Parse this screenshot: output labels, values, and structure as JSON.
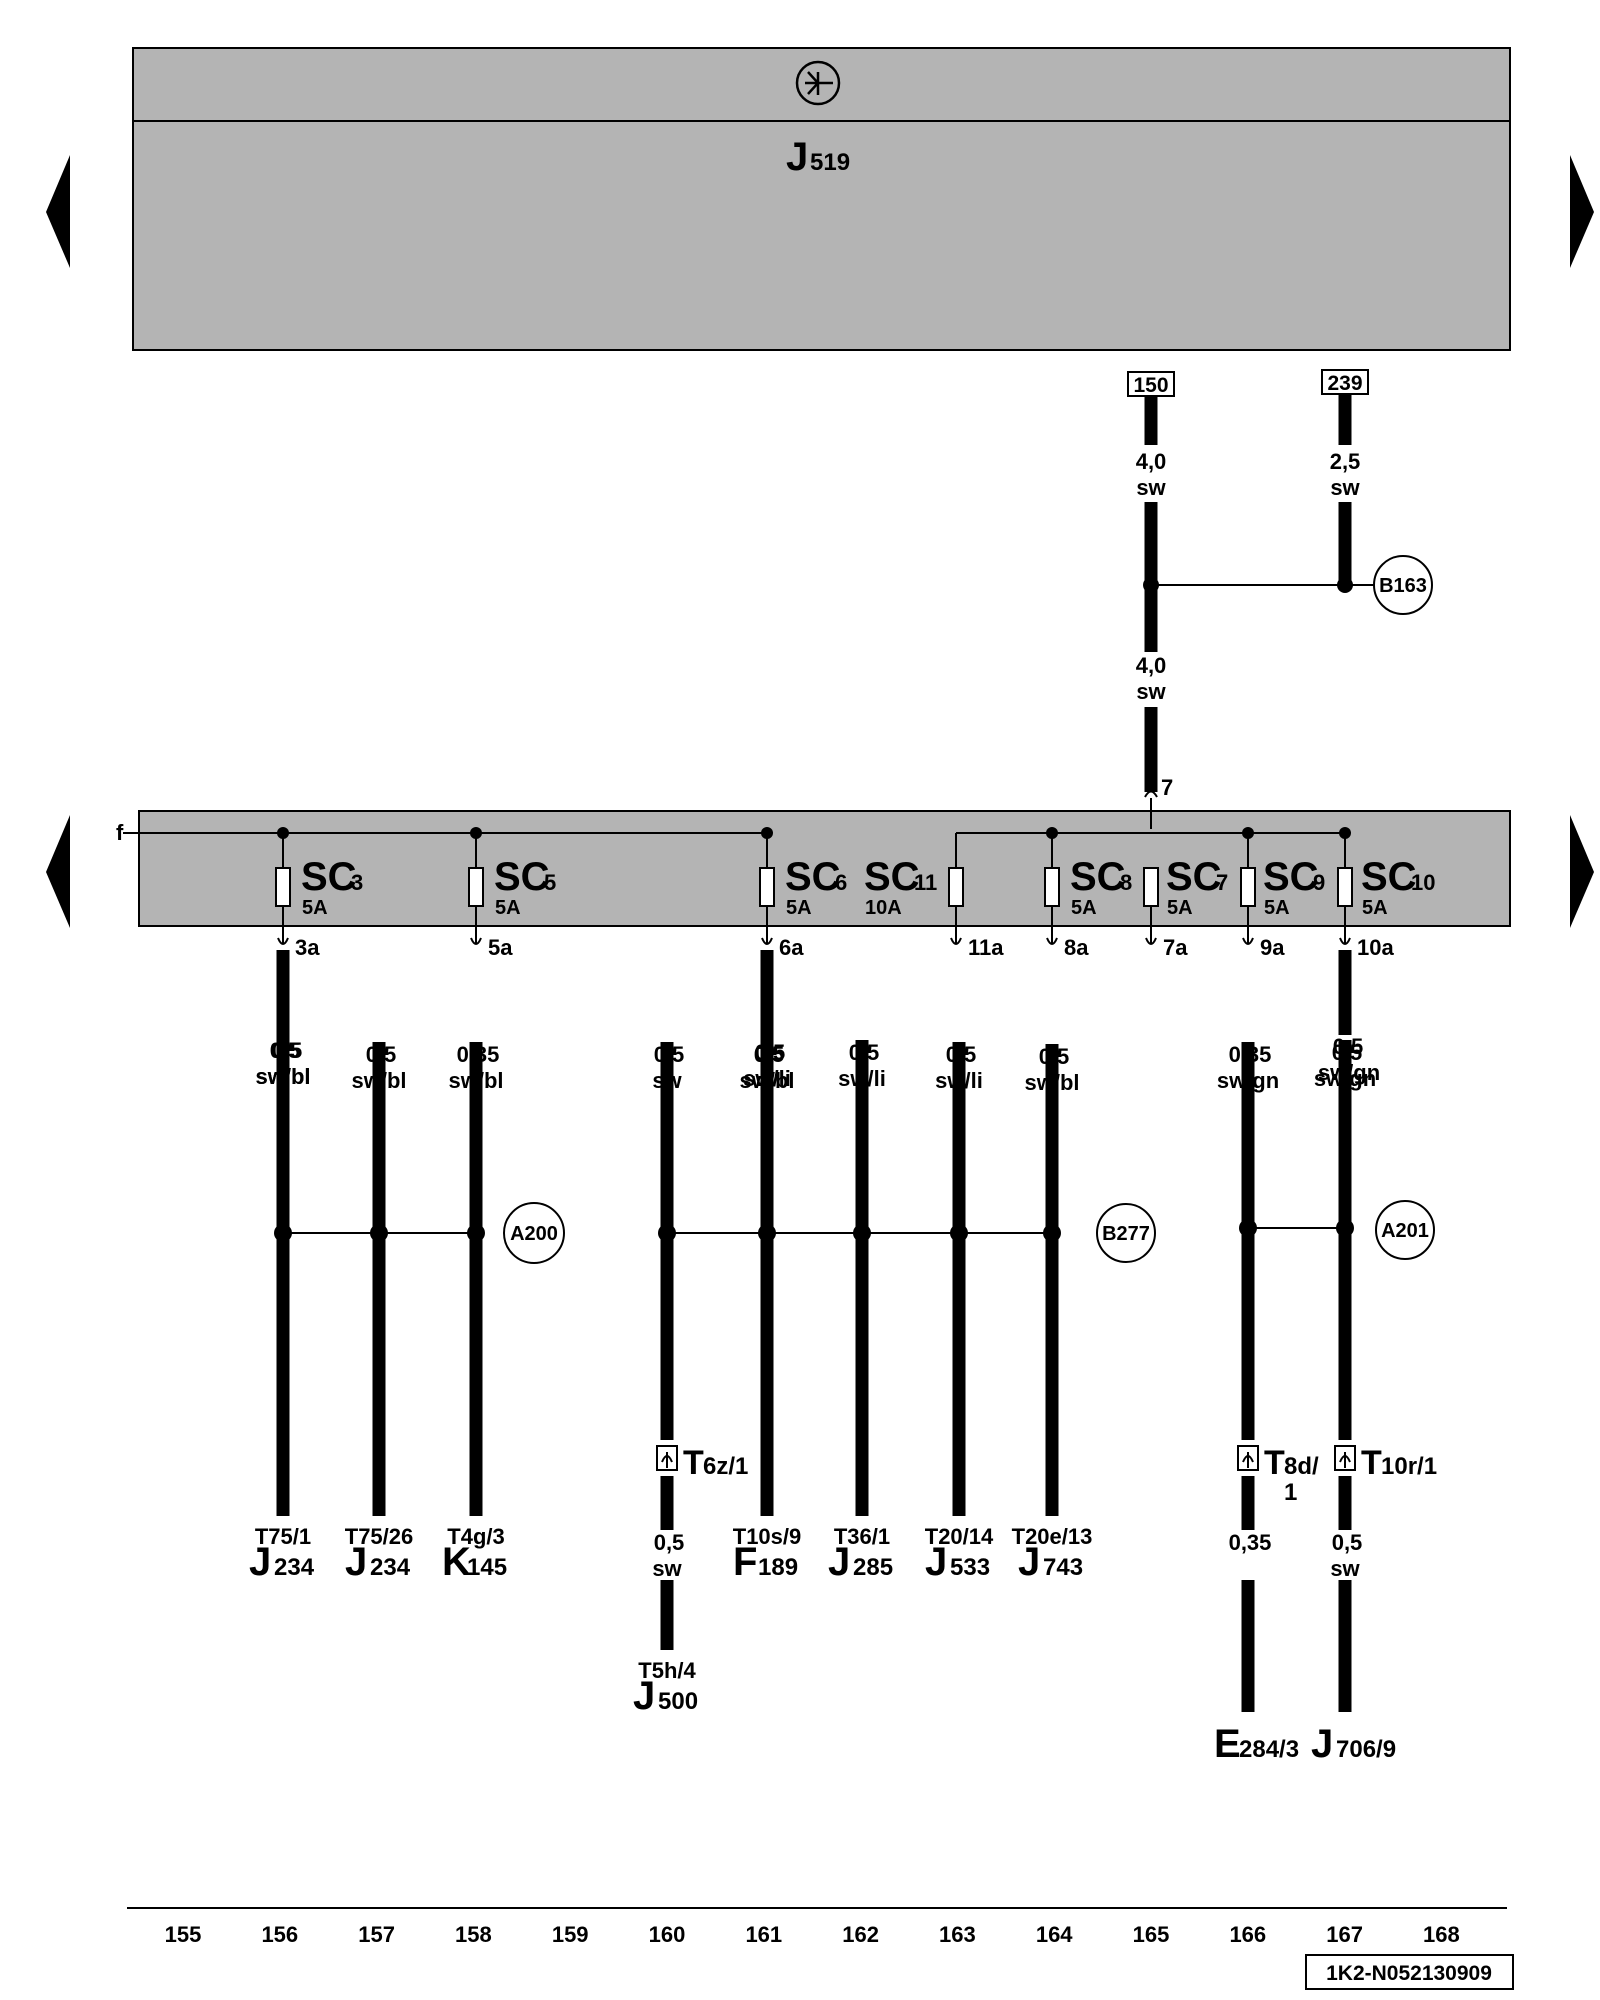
{
  "control_unit": {
    "letter": "J",
    "number": "519",
    "ground_symbol": "ground-antenna-icon"
  },
  "fuse_bank": {
    "left_label": "f"
  },
  "feeds": [
    {
      "num": "150",
      "wire_top": [
        "4,0",
        "sw"
      ],
      "wire_bottom": [
        "4,0",
        "sw"
      ]
    },
    {
      "num": "239",
      "wire_top": [
        "2,5",
        "sw"
      ]
    }
  ],
  "top_junction": "B163",
  "in_pin": "7",
  "fuses": [
    {
      "name": "SC",
      "num": "3",
      "amp": "5A",
      "pin": "3a"
    },
    {
      "name": "SC",
      "num": "5",
      "amp": "5A",
      "pin": "5a"
    },
    {
      "name": "SC",
      "num": "6",
      "amp": "5A",
      "pin": "6a"
    },
    {
      "name": "SC",
      "num": "11",
      "amp": "10A",
      "pin": "11a"
    },
    {
      "name": "SC",
      "num": "8",
      "amp": "5A",
      "pin": "8a"
    },
    {
      "name": "SC",
      "num": "7",
      "amp": "5A",
      "pin": "7a"
    },
    {
      "name": "SC",
      "num": "9",
      "amp": "5A",
      "pin": "9a"
    },
    {
      "name": "SC",
      "num": "10",
      "amp": "5A",
      "pin": "10a"
    }
  ],
  "trunk_wires": [
    {
      "size": "0,5",
      "color": "sw/bl"
    },
    {
      "size": "0,5",
      "color": "sw/li"
    },
    {
      "size": "0,5",
      "color": "sw/gn"
    }
  ],
  "junctions": [
    "A200",
    "B277",
    "A201"
  ],
  "branches": [
    {
      "size": "0,5",
      "color": "sw/bl",
      "term": "T75/1",
      "comp": "J",
      "sub": "234"
    },
    {
      "size": "0,5",
      "color": "sw/bl",
      "term": "T75/26",
      "comp": "J",
      "sub": "234"
    },
    {
      "size": "0,35",
      "color": "sw/bl",
      "term": "T4g/3",
      "comp": "K",
      "sub": "145"
    },
    {
      "size": "0,5",
      "color": "sw",
      "conn": "T",
      "conn_sub": "6z/1",
      "size2": "0,5",
      "color2": "sw",
      "term": "T5h/4",
      "comp": "J",
      "sub": "500"
    },
    {
      "size": "0,5",
      "color": "sw/bl",
      "term": "T10s/9",
      "comp": "F",
      "sub": "189"
    },
    {
      "size": "0,5",
      "color": "sw/li",
      "term": "T36/1",
      "comp": "J",
      "sub": "285"
    },
    {
      "size": "0,5",
      "color": "sw/li",
      "term": "T20/14",
      "comp": "J",
      "sub": "533"
    },
    {
      "size": "0,5",
      "color": "sw/bl",
      "term": "T20e/13",
      "comp": "J",
      "sub": "743"
    },
    {
      "size": "0,35",
      "color": "sw/gn",
      "conn": "T",
      "conn_sub": "8d/",
      "conn_sub2": "1",
      "size2": "0,35",
      "comp": "E",
      "sub": "284/3"
    },
    {
      "size": "0,5",
      "color": "sw/gn",
      "conn": "T",
      "conn_sub": "10r/1",
      "size2": "0,5",
      "color2": "sw",
      "comp": "J",
      "sub": "706/9"
    }
  ],
  "columns": [
    "155",
    "156",
    "157",
    "158",
    "159",
    "160",
    "161",
    "162",
    "163",
    "164",
    "165",
    "166",
    "167",
    "168"
  ],
  "footer_code": "1K2-N052130909",
  "nav": {
    "prev_icon": "triangle-left-icon",
    "next_icon": "triangle-right-icon"
  }
}
